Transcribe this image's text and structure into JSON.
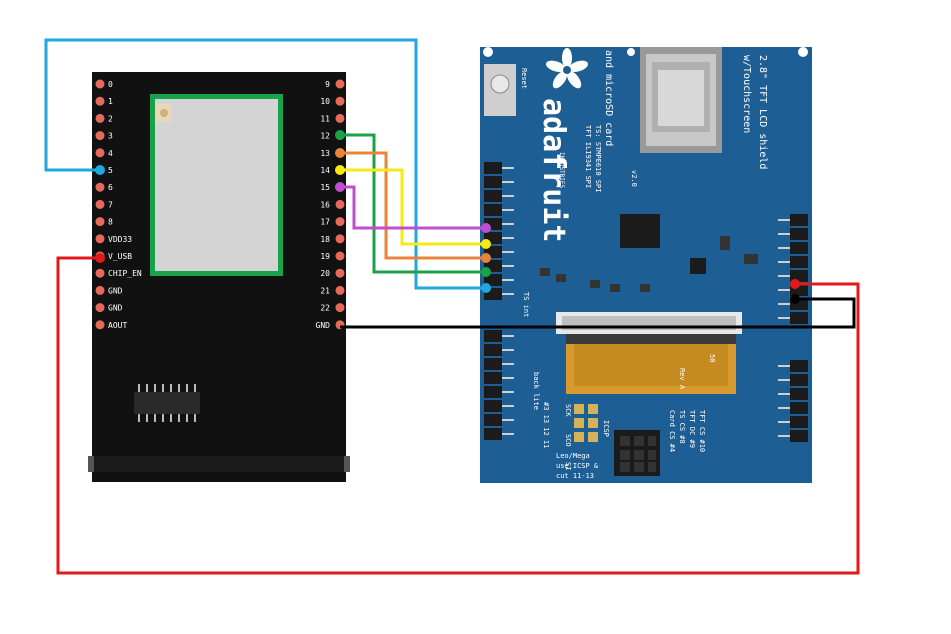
{
  "mcu": {
    "left_pins": [
      "0",
      "1",
      "2",
      "3",
      "4",
      "5",
      "6",
      "7",
      "8",
      "VDD33",
      "V_USB",
      "CHIP_EN",
      "GND",
      "GND",
      "AOUT"
    ],
    "right_pins": [
      "9",
      "10",
      "11",
      "12",
      "13",
      "14",
      "15",
      "16",
      "17",
      "18",
      "19",
      "20",
      "21",
      "22",
      "GND"
    ]
  },
  "shield": {
    "title_line1": "2.8\" TFT LCD shield",
    "title_line2": "w/Touchscreen",
    "sub_line1": "and microSD card",
    "brand": "adafruit",
    "brand_sub": "INDUSTRIES",
    "chip_line1": "TFT ILI9341 SPI",
    "chip_line2": "TS: STMPE610 SPI",
    "version": "v2.0",
    "reset": "Reset",
    "ts_int": "TS int",
    "backlite": "back lite",
    "pin_nums": "#3 13 12 11",
    "spi": [
      "SCK",
      "SCO",
      "SI"
    ],
    "icsp": "ICSP",
    "leo": [
      "Leo/Mega",
      "use ICSP &",
      "cut 11-13"
    ],
    "cs_labels": [
      "TFT CS #10",
      "TFT DC #9",
      "TS CS #8",
      "Card CS #4"
    ],
    "rev": "Rev A",
    "ribbon_num": "50"
  },
  "colors": {
    "blue_wire": "#1ea7e1",
    "green_wire": "#1aa24a",
    "orange_wire": "#e8853a",
    "yellow_wire": "#f5ea14",
    "purple_wire": "#c04fd0",
    "red_wire": "#e01a1a",
    "black_wire": "#000000",
    "board_black": "#111111",
    "module_green": "#1aa24a",
    "pcb_blue": "#1d5f94"
  }
}
